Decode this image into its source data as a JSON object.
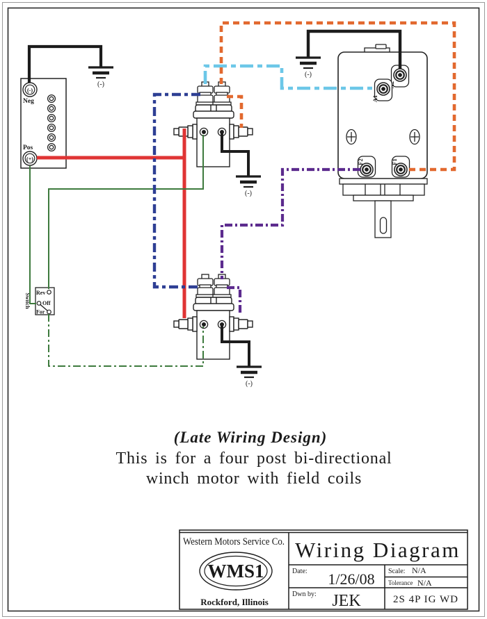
{
  "colors": {
    "black": "#1c1c1c",
    "red": "#e03434",
    "green": "#3d7a3d",
    "navy": "#2e3f94",
    "cyan": "#6cc7e8",
    "orange": "#e2692f",
    "purple": "#5c2b8e",
    "outline": "#222222"
  },
  "battery": {
    "neg_label": "Neg",
    "pos_label": "Pos",
    "neg_symbol": "(-)",
    "pos_symbol": "(+)"
  },
  "ground": {
    "label": "(-)"
  },
  "switch": {
    "label": "Switch",
    "positions": [
      "Rev",
      "Off",
      "For"
    ]
  },
  "motor": {
    "terminals": [
      "A2",
      "A1",
      "F2",
      "F1"
    ]
  },
  "caption": {
    "line1": "(Late Wiring Design)",
    "line2": "This is for a four post bi-directional",
    "line3": "winch motor with field coils"
  },
  "title_block": {
    "company": "Western Motors Service Co.",
    "logo": "WMS1",
    "city": "Rockford, Illinois",
    "title": "Wiring Diagram",
    "date_label": "Date:",
    "date_value": "1/26/08",
    "scale_label": "Scale:",
    "scale_value": "N/A",
    "tolerance_label": "Tolerance",
    "tolerance_value": "N/A",
    "drawn_label": "Dwn by:",
    "drawn_value": "JEK",
    "drawing_code": "2S 4P IG WD"
  },
  "wires": [
    {
      "name": "battery-neg-to-ground",
      "color": "black",
      "style": "solid"
    },
    {
      "name": "battery-pos-to-solenoid-side-posts",
      "color": "red",
      "style": "solid"
    },
    {
      "name": "upper-solenoid-coil-to-switch-rev",
      "color": "green",
      "style": "solid"
    },
    {
      "name": "battery-pos-to-switch-off",
      "color": "green",
      "style": "solid"
    },
    {
      "name": "switch-for-to-lower-solenoid-coil",
      "color": "green",
      "style": "dash-dot"
    },
    {
      "name": "upper-to-lower-solenoid-link",
      "color": "navy",
      "style": "dash-dot"
    },
    {
      "name": "upper-solenoid-to-motor-a1",
      "color": "cyan",
      "style": "dash-dot"
    },
    {
      "name": "upper-solenoid-to-motor-f1",
      "color": "orange",
      "style": "dashed"
    },
    {
      "name": "lower-solenoid-to-motor-f2",
      "color": "purple",
      "style": "dash-dot"
    },
    {
      "name": "motor-a2-to-ground",
      "color": "black",
      "style": "solid"
    },
    {
      "name": "upper-solenoid-to-ground",
      "color": "black",
      "style": "solid"
    },
    {
      "name": "lower-solenoid-to-ground",
      "color": "black",
      "style": "solid"
    }
  ]
}
